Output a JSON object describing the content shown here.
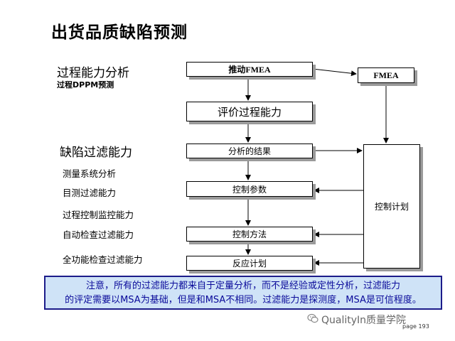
{
  "title": "出货品质缺陷预测",
  "left": {
    "section1": "过程能力分析",
    "section1_sub": "过程DPPM预测",
    "section2": "缺陷过滤能力",
    "items": [
      "测量系统分析",
      "目测过滤能力",
      "过程控制监控能力",
      "自动检查过滤能力",
      "全功能检查过滤能力"
    ]
  },
  "flow": {
    "box1": "推动FMEA",
    "box2": "评价过程能力",
    "box3": "分析的结果",
    "box4": "控制参数",
    "box5": "控制方法",
    "box6": "反应计划",
    "side_top": "FMEA",
    "side_big": "控制计划"
  },
  "note": {
    "line1": "注意，所有的过滤能力都来自于定量分析，而不是经验或定性分析，过滤能力",
    "line2": "的评定需要以MSA为基础，但是和MSA不相同。过滤能力是探测度，MSA是可信程度。"
  },
  "watermark": "QualityIn质量学院",
  "page_label": "page 193"
}
